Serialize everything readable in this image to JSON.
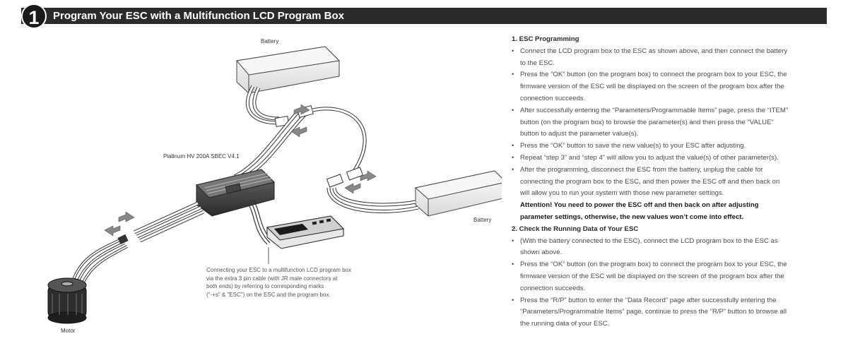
{
  "header": {
    "step_number": "1",
    "title": "Program Your ESC with a Multifunction LCD Program Box"
  },
  "diagram": {
    "battery_top_label": "Battery",
    "battery_right_label": "Battery",
    "esc_label": "Platinum HV 200A SBEC V4.1",
    "motor_label": "Motor",
    "caption_lines": [
      "Connecting your ESC to a multifunction LCD program box",
      "via the extra 3 pin cable (with JR male connectors at",
      "both ends) by referring to corresponding marks",
      "(\"-+s\" & \"ESC\") on the ESC and the program box."
    ]
  },
  "instructions": {
    "section1_heading": "1. ESC Programming",
    "section1_bullets": [
      [
        "Connect the LCD program box to the ESC as shown above, and then connect the battery",
        "to the ESC."
      ],
      [
        "Press the “OK” button (on the program box) to connect the program box to your ESC, the",
        "firmware version of the ESC will be displayed on the screen of the program box after the",
        "connection succeeds."
      ],
      [
        "After successfully entering the “Parameters/Programmable Items” page, press the “ITEM”",
        "button (on the program box) to browse the parameter(s) and then press the “VALUE”",
        "button to adjust the parameter value(s)."
      ],
      [
        "Press the “OK” button to save the new value(s) to your ESC after adjusting."
      ],
      [
        "Repeat “step 3” and “step 4” will allow you to adjust the value(s) of other parameter(s)."
      ],
      [
        "After the programming, disconnect the ESC from the battery, unplug the cable for",
        "connecting the program box to the ESC, and then power the ESC off and then back on",
        "will allow you to run your system with those new parameter settings."
      ]
    ],
    "attention_lines": [
      "Attention! You need to power the ESC off and then back on after adjusting",
      "parameter settings, otherwise, the new values won’t come into effect."
    ],
    "section2_heading": "2. Check the Running Data of Your ESC",
    "section2_bullets": [
      [
        " (With the battery connected to the ESC), connect the LCD program box to the ESC as",
        "shown above."
      ],
      [
        "Press the “OK” button (on the program box) to connect the program box to your ESC, the",
        "firmware version of the ESC will be displayed on the screen of the program box after the",
        "connection succeeds."
      ],
      [
        "Press the “R/P” button to enter the “Data Record” page after successfully entering the",
        "“Parameters/Programmable Items” page, continue to press the “R/P” button to browse all",
        "the running data of your ESC."
      ]
    ]
  }
}
